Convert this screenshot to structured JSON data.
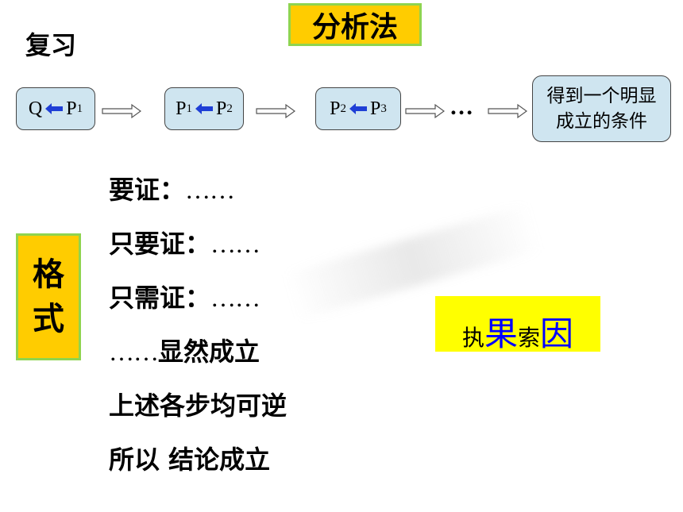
{
  "slide": {
    "title": "分析法",
    "review_label": "复习",
    "flow": {
      "nodes": [
        {
          "left": "Q",
          "left_sub": "",
          "right": "P",
          "right_sub": "1"
        },
        {
          "left": "P",
          "left_sub": "1",
          "right": "P",
          "right_sub": "2"
        },
        {
          "left": "P",
          "left_sub": "2",
          "right": "P",
          "right_sub": "3"
        }
      ],
      "ellipsis": "…",
      "final_line1": "得到一个明显",
      "final_line2": "成立的条件"
    },
    "format_label": {
      "char1": "格",
      "char2": "式"
    },
    "steps": [
      {
        "text": "要证：",
        "dots": "……"
      },
      {
        "text": "只要证：",
        "dots": "……"
      },
      {
        "text": "只需证：",
        "dots": "……"
      },
      {
        "dots": "……",
        "text": "显然成立"
      },
      {
        "text": "上述各步均可逆"
      },
      {
        "text": "所以 结论成立"
      }
    ],
    "motto": {
      "c1": "执",
      "c2": "果",
      "c3": "索",
      "c4": "因"
    },
    "colors": {
      "title_bg": "#ffcc00",
      "title_border": "#8fd44f",
      "node_bg": "#cfe5f0",
      "small_arrow": "#1f3fd6",
      "motto_bg": "#ffff00",
      "motto_highlight": "#0000ff"
    },
    "icons": {
      "node_arrow": "left-arrow-icon",
      "flow_arrow": "right-arrow-outline-icon"
    }
  }
}
